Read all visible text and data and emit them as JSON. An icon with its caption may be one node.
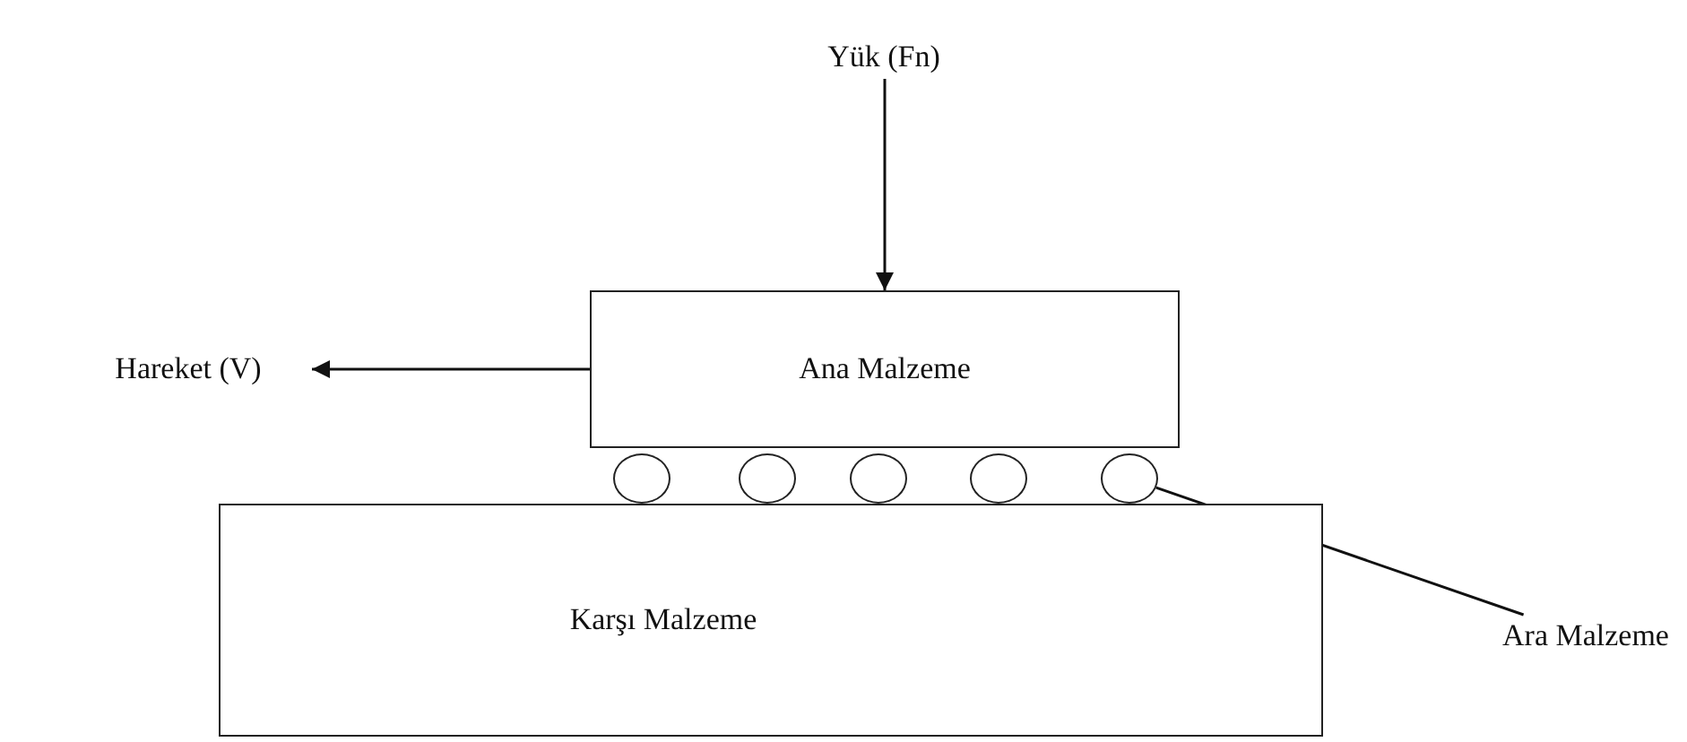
{
  "diagram": {
    "nodes": [
      {
        "text": [
          "Yük (Fn)"
        ]
      },
      {
        "text": [
          "Ana Malzeme"
        ]
      },
      {
        "text": [
          "Hareket (V)"
        ]
      },
      {
        "text": [],
        "shape": "circle"
      },
      {
        "text": [],
        "shape": "circle"
      },
      {
        "text": [],
        "shape": "circle"
      },
      {
        "text": [],
        "shape": "circle"
      },
      {
        "text": [],
        "shape": "circle"
      },
      {
        "text": [
          "Karşı Malzeme"
        ]
      },
      {
        "text": [
          "Ara Malzeme"
        ]
      }
    ],
    "edges": [
      {
        "from": 0,
        "to": 1,
        "arrow": "to"
      },
      {
        "from": 1,
        "to": 2,
        "arrow": "to"
      },
      {
        "from": 9,
        "to": 7,
        "arrow": "none"
      }
    ]
  }
}
